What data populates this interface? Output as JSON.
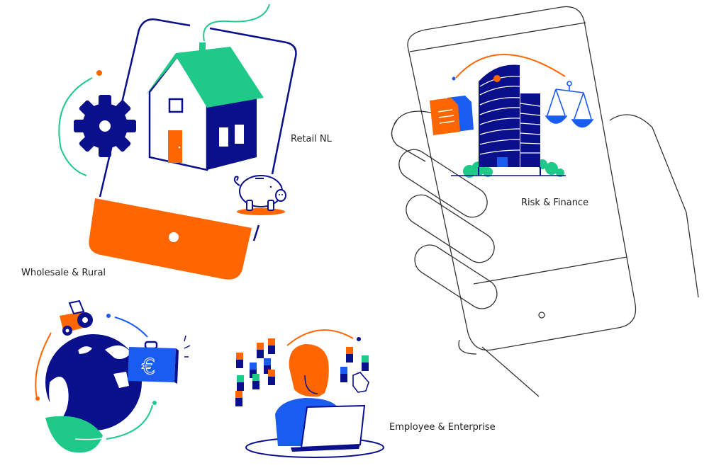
{
  "colors": {
    "navy": "#0a0f8c",
    "orange": "#ff6600",
    "green": "#1ec98a",
    "blue": "#1b5cf0",
    "line": "#333333"
  },
  "sections": [
    {
      "id": "retail",
      "label": "Retail NL",
      "icons": [
        "house-icon",
        "gear-icon",
        "piggy-bank-icon",
        "phone-icon"
      ]
    },
    {
      "id": "risk",
      "label": "Risk & Finance",
      "icons": [
        "office-building-icon",
        "documents-icon",
        "scales-icon",
        "hand-holding-phone-icon"
      ]
    },
    {
      "id": "wholesale",
      "label": "Wholesale & Rural",
      "icons": [
        "globe-icon",
        "tractor-icon",
        "euro-briefcase-icon",
        "leaf-icon"
      ]
    },
    {
      "id": "employee",
      "label": "Employee & Enterprise",
      "icons": [
        "person-at-laptop-icon",
        "cubes-icon",
        "hand-icon"
      ]
    }
  ]
}
